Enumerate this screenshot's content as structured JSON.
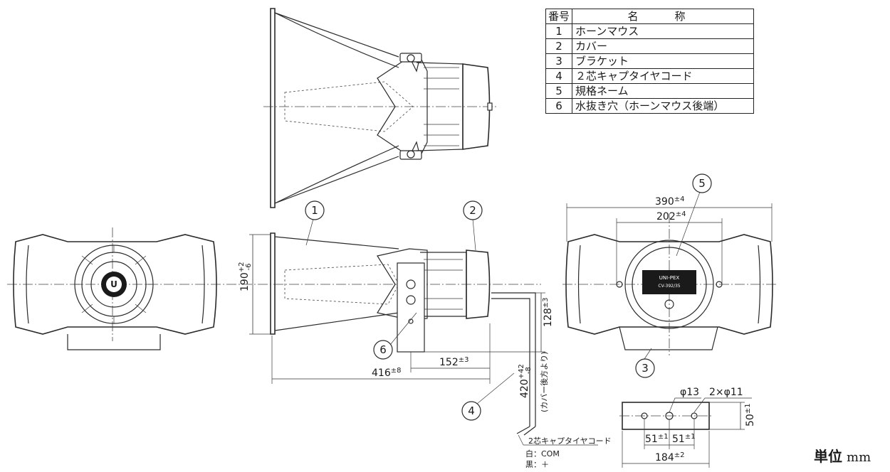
{
  "parts_table": {
    "header_no": "番号",
    "header_name": "名　称",
    "rows": [
      {
        "no": "1",
        "name": "ホーンマウス"
      },
      {
        "no": "2",
        "name": "カバー"
      },
      {
        "no": "3",
        "name": "ブラケット"
      },
      {
        "no": "4",
        "name": "２芯キャプタイヤコード"
      },
      {
        "no": "5",
        "name": "規格ネーム"
      },
      {
        "no": "6",
        "name": "水抜き穴（ホーンマウス後端）"
      }
    ]
  },
  "balloons": [
    "1",
    "2",
    "3",
    "4",
    "5",
    "6"
  ],
  "dimensions": {
    "height_190": {
      "value": "190",
      "tol_upper": "+2",
      "tol_lower": "-6"
    },
    "length_416": {
      "value": "416",
      "tol": "±8"
    },
    "depth_152": {
      "value": "152",
      "tol": "±3"
    },
    "offset_128": {
      "value": "128",
      "tol": "±3"
    },
    "cable_420": {
      "value": "420",
      "tol_upper": "+42",
      "tol_lower": "-8",
      "note": "(カバー後方より)"
    },
    "width_390": {
      "value": "390",
      "tol": "±4"
    },
    "width_202": {
      "value": "202",
      "tol": "±4"
    },
    "hole_13": "φ13",
    "hole_11": "2×φ11",
    "pitch_51a": {
      "value": "51",
      "tol": "±1"
    },
    "pitch_51b": {
      "value": "51",
      "tol": "±1"
    },
    "bracket_184": {
      "value": "184",
      "tol": "±2"
    },
    "bracket_50": {
      "value": "50",
      "tol": "±1"
    }
  },
  "cable_labels": {
    "type": "2芯キャプタイヤコード",
    "white": "白：COM",
    "black": "黒：＋"
  },
  "nameplate": {
    "brand": "UNI-PEX",
    "model": "CV-392/35"
  },
  "unit": {
    "label": "単位",
    "value": "mm"
  }
}
